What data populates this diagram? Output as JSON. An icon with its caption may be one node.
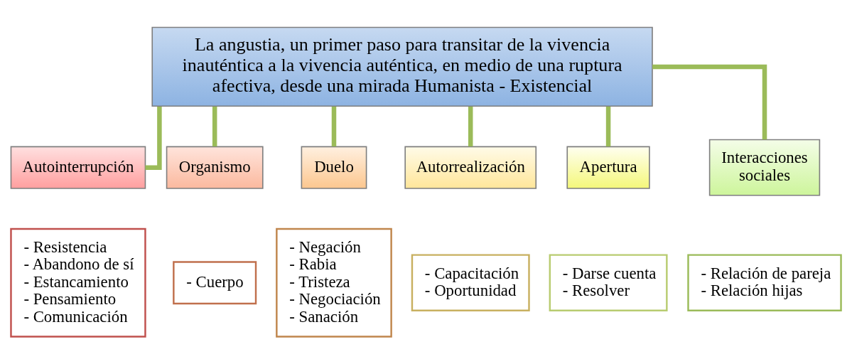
{
  "diagram": {
    "nodes": [
      {
        "text": [
          "La angustia, un primer paso para transitar de la vivencia inauténtica a la vivencia auténtica, en medio de una ruptura afectiva, desde una mirada Humanista - Existencial"
        ]
      },
      {
        "text": [
          "Autointerrupción"
        ]
      },
      {
        "text": [
          "- Resistencia",
          "- Abandono de sí",
          "- Estancamiento",
          "- Pensamiento",
          "- Comunicación"
        ]
      },
      {
        "text": [
          "Organismo"
        ]
      },
      {
        "text": [
          "- Cuerpo"
        ]
      },
      {
        "text": [
          "Duelo"
        ]
      },
      {
        "text": [
          "- Negación",
          "- Rabia",
          "- Tristeza",
          "- Negociación",
          "- Sanación"
        ]
      },
      {
        "text": [
          "Autorrealización"
        ]
      },
      {
        "text": [
          "- Capacitación",
          "- Oportunidad"
        ]
      },
      {
        "text": [
          "Apertura"
        ]
      },
      {
        "text": [
          "- Darse cuenta",
          "- Resolver"
        ]
      },
      {
        "text": [
          "Interacciones sociales"
        ]
      },
      {
        "text": [
          "- Relación de pareja",
          "- Relación hijas"
        ]
      }
    ],
    "edges": [
      {
        "from": 0,
        "to": 1,
        "arrow": "none"
      },
      {
        "from": 0,
        "to": 3,
        "arrow": "none"
      },
      {
        "from": 0,
        "to": 5,
        "arrow": "none"
      },
      {
        "from": 0,
        "to": 7,
        "arrow": "none"
      },
      {
        "from": 0,
        "to": 9,
        "arrow": "none"
      },
      {
        "from": 0,
        "to": 11,
        "arrow": "none"
      }
    ]
  }
}
